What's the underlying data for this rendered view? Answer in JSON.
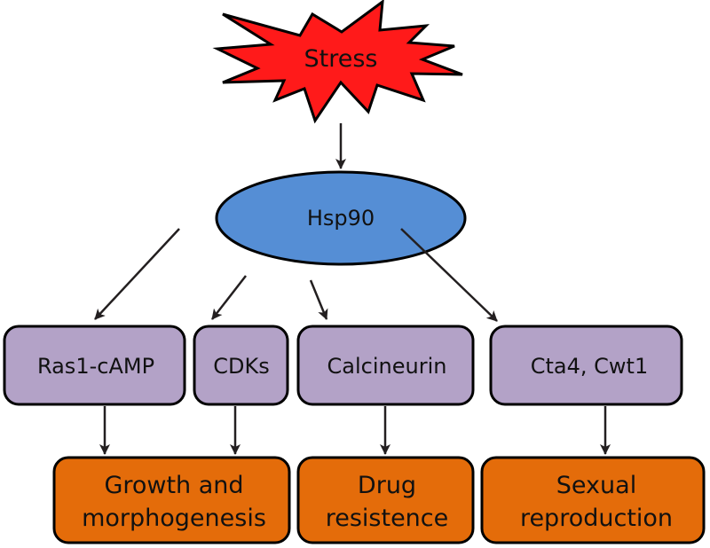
{
  "diagram": {
    "colors": {
      "stress_fill": "#ff1a1a",
      "hsp90_fill": "#558ed5",
      "mid_fill": "#b3a2c7",
      "bottom_fill": "#e46c0a",
      "stroke": "#000000",
      "arrow": "#231f20"
    },
    "stress": {
      "label": "Stress"
    },
    "hsp90": {
      "label": "Hsp90"
    },
    "pathways": [
      {
        "id": "ras1-camp",
        "label": "Ras1-cAMP"
      },
      {
        "id": "cdks",
        "label": "CDKs"
      },
      {
        "id": "calcineurin",
        "label": "Calcineurin"
      },
      {
        "id": "cta4-cwt1",
        "label": "Cta4, Cwt1"
      }
    ],
    "outcomes": [
      {
        "id": "growth",
        "lines": [
          "Growth and",
          "morphogenesis"
        ]
      },
      {
        "id": "drug",
        "lines": [
          "Drug",
          "resistence"
        ]
      },
      {
        "id": "sexual",
        "lines": [
          "Sexual",
          "reproduction"
        ]
      }
    ],
    "edges": [
      {
        "from": "stress",
        "to": "hsp90"
      },
      {
        "from": "hsp90",
        "to": "ras1-camp"
      },
      {
        "from": "hsp90",
        "to": "cdks"
      },
      {
        "from": "hsp90",
        "to": "calcineurin"
      },
      {
        "from": "hsp90",
        "to": "cta4-cwt1"
      },
      {
        "from": "ras1-camp",
        "to": "growth"
      },
      {
        "from": "cdks",
        "to": "growth"
      },
      {
        "from": "calcineurin",
        "to": "drug"
      },
      {
        "from": "cta4-cwt1",
        "to": "sexual"
      }
    ]
  }
}
